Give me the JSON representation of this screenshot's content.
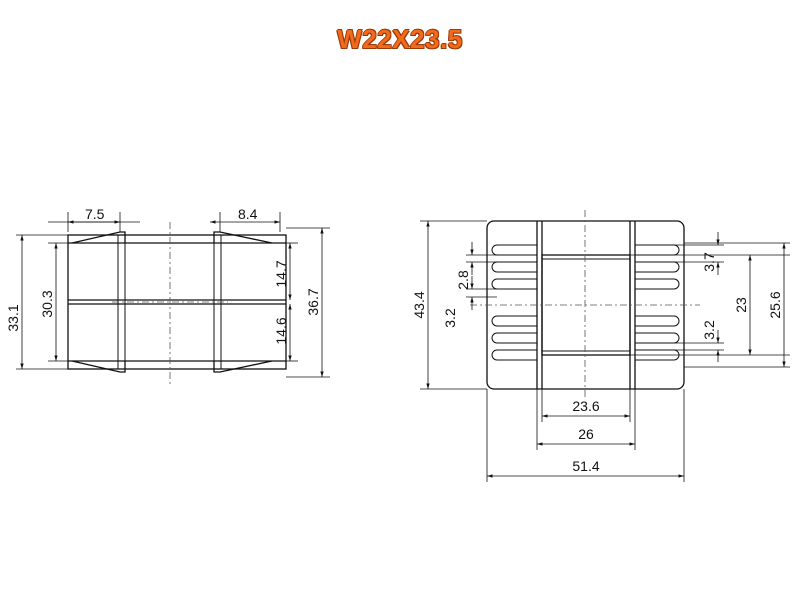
{
  "title": "W22X23.5",
  "colors": {
    "title": "#f26a1b",
    "line": "#111111"
  },
  "side_view": {
    "dims": {
      "top_left": "7.5",
      "top_right": "8.4",
      "outer_left": "33.1",
      "inner_left": "30.3",
      "upper_right": "14.7",
      "lower_right": "14.6",
      "outer_right": "36.7"
    }
  },
  "front_view": {
    "dims": {
      "total_height": "43.4",
      "slot": "2.8",
      "pin_left": "3.2",
      "pin_upper_right": "3.7",
      "pin_lower_right": "3.2",
      "inner_height": "23",
      "outer_height": "25.6",
      "core_width": "23.6",
      "flange_width": "26",
      "total_width": "51.4"
    }
  }
}
